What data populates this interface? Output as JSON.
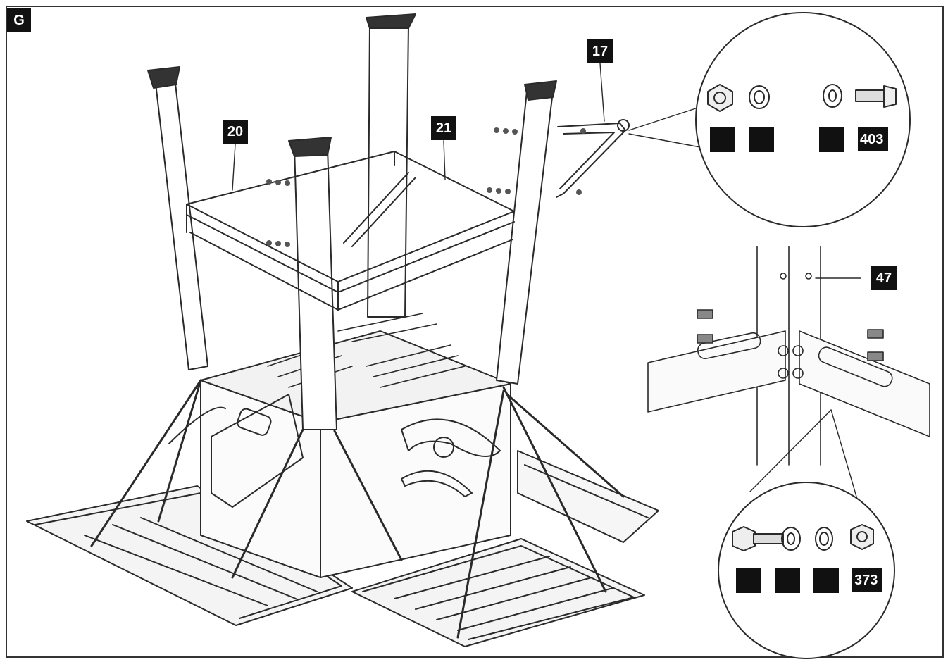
{
  "figure": {
    "panel_letter": "G"
  },
  "callouts": {
    "bracket_left": "20",
    "bracket_right": "21",
    "brace": "17",
    "detail_top_code": "403",
    "detail_mid_ref": "47",
    "detail_bottom_code": "373"
  },
  "colors": {
    "ink": "#111111",
    "paper": "#ffffff",
    "line": "#2a2a2a"
  }
}
